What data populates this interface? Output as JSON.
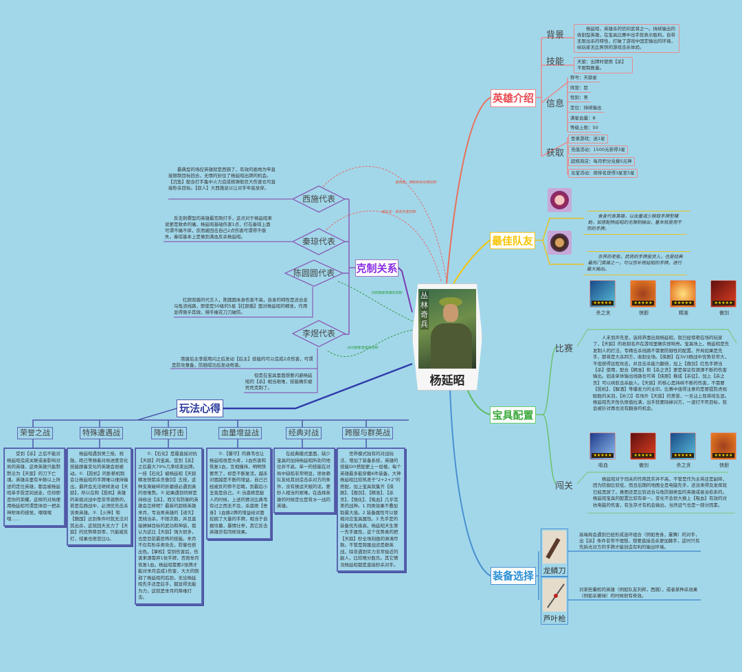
{
  "center": {
    "name": "杨延昭",
    "portrait_caption": "丛林奇兵"
  },
  "colors": {
    "hero": "#e8474f",
    "team": "#f5c400",
    "treasure": "#3aa83a",
    "equip": "#2a8fd6",
    "counter": "#8a2be2",
    "play": "#2b3a9e"
  },
  "hero_intro": {
    "title": "英雄介绍",
    "background_label": "背景",
    "background_text": "杨延昭，英雄杀的信仰武将之一。持续输出的收割型英雄，在宝具比赛中出手就表示胜利。自带无限出杀的特性，打破了游戏中固定输出的环境，给玩家无比爽快的游戏击杀体验。",
    "skill_label": "技能",
    "skill_text": "天狼：出牌时使用【杀】不限制数量。",
    "info_label": "信息",
    "info_items": [
      "称号：天狼星",
      "阵营：臣",
      "性别：男",
      "定位：持续输出",
      "满星血量：8",
      "等级上限：50"
    ],
    "obtain_label": "获取",
    "obtain_items": [
      "登录游戏：送1星",
      "充值活动：1500元获得3星",
      "超核商店：每月积分兑换5元神",
      "兑宝活动：按排名获得3星至5星"
    ]
  },
  "best_teammates": {
    "title": "最佳队友",
    "items": [
      {
        "avatar": "female-hero-avatar",
        "text": "舍身代表英雄，以血量减少换取手牌型辅助，如搭配杨延昭的无限制输出，基本就是用不完的手牌。"
      },
      {
        "avatar": "male-hero-avatar",
        "text": "杀界的老板，武将的手牌投资人，也是经典最热门英雄之一，可以弥补杨延昭的手牌，进行最大输出。"
      }
    ]
  },
  "treasure_config": {
    "title": "宝具配置",
    "match": {
      "label": "比赛",
      "treasures": [
        "杀之贪",
        "侠胆",
        "精准",
        "傲剑"
      ],
      "text": "人未到声先至，选将界面出现杨延昭，就已经惊艳在场的玩家了，【天狼】的收割名声在游戏里确实很响亮。宝具场上，杨延昭是先发制人的打法，专精击杀线路不需要防御性的配置。开局如果是先手，那将是大杀四方，收割全场。【侠胆】在3V3群战中优势非常大，不但获得远程攻击，并且击杀能力翻倍，加上【傲剑】红色手牌当【杀】使用，配合【精准】和【杀之贪】更是保证有源源不断的伤害输出。如走单体输出线路也可将【侠胆】换成【杀征】，加上【杀之贪】可以续航击杀敌人。【天狼】的核心是持续不断的伤害，不需要【投机】、【解酒】等爆发力的主印。比赛中值得注意的是要提防虎视眈眈的关羽，【补刀】有场外【天狼】的美誉，一旦沾上就将结生涯。杨延昭先天性仇恨值拉满，出手就要除掉对方，一波打不死目标，就会被针对再也没有翻身的机会。"
    },
    "stage": {
      "label": "闯关",
      "treasures": [
        "吸血",
        "傲剑",
        "杀之贪",
        "侠胆"
      ],
      "text": "杨延昭对于闯关的作用其实并不高，不管是作为主将还是副将，因为防御比较低，而且后期的地图全是电脑先手，还没来得及发挥就已经黑屏了。推图还是比较适合乌龟防御类型的英雄或者治愈系的。杨延昭宝具的配置比较有单一，变化不会很大换上【吸血】有效的对抗电脑的伤害，有生存才有机会输出，当然运气也是一部分因素。"
    }
  },
  "equipment": {
    "title": "装备选择",
    "items": [
      {
        "name": "龙鳞刀",
        "text": "高端局会遇到已经形成连环组合（例如舍身，曼舞）的对手，出【杀】条件非常不理想，想要直接击杀更加棘手，这时只有先拆光对方的手牌才能创造有利的输出环境。"
      },
      {
        "name": "芦叶枪",
        "text": "对某些囊权的英雄（例如队友刘邦，西施），或者某种杀效果（例如杀蓑绿）的时候很有奇效。"
      }
    ]
  },
  "counters": {
    "title": "克制关系",
    "items": [
      {
        "name": "西施代表",
        "texts": [
          "最典型的场控英雄就是西施了，有效的画地为牢直接限制目标回合，无情的封住了杨延昭出牌的机会。【沉鱼】配合打手集中火力造成核弹般巨大伤害也可直接秒杀目标。【驭人】大西施足以让对手牢底坐穿。"
        ],
        "note": "被西施：限制目标出牌压制"
      },
      {
        "name": "秦琼代表",
        "texts": [
          "反击刺猬型的英雄最克制打手，这点对于杨延昭来说更是致命的痛，杨延昭基础伤害1点，打在秦琼上面可谓不痛不痒，反而被回击自己2点伤害可谓得不偿失，秦琼基本上是做到满血反杀杨延昭。"
        ],
        "note": "被反击：受击伤害压制"
      },
      {
        "name": "陈圆圆代表",
        "texts": [
          "红颜双盾的代言人，陈圆圆本身伤害不高，自身的特性是适合走乌龟流线路，即使是50级的5星【红颜盾】面对杨延昭的精准，作用显得微乎其微，辣手摧花刀刀破防。"
        ],
        "note": "对防御型英雄的压制"
      },
      {
        "name": "李煜代表",
        "texts": [
          "南唐后主李煜用闪之后发动【后主】技能的可以造成2点伤害，可谓是防攻兼备，防御成功后发动奇袭。",
          "但是在宝具里面想要闪避杨延昭的【杀】相当艰难，技能确实被死死克制了。"
        ],
        "note": "对闪避者造成的压制"
      }
    ]
  },
  "play_experience": {
    "title": "玩法心得",
    "items": [
      {
        "name": "荣誉之战",
        "text": "受到【杀】之后不能对杨延昭造成关联或者影响对局的英雄，这类英雄只能默默沦为【天狼】的刀下亡魂。英雄杀里有半数以上所述的定位英雄，都会被杨延昭单手投定间送走，信仰即是你的荣耀。这样的对局便用杨延昭可谓是体验一把杀神附体的感觉，嘿嘿嘿嘿……"
      },
      {
        "name": "特殊遭遇战",
        "text": "杨延昭遇到吴三桂、祝融，距己等随着对局进度变化技能跟着变化的英雄会很被动。①.【投机】的卧薪机制会让杨延昭的手牌难以维持输出，最终会无法继续发动【天狼】，所以在和【投机】英雄的单挑对战中是非常弱势的，若是在群战中，必须优先击杀该类英雄。②.【火神】和【魅国】达到条件时就无法对其出杀，这就回天无力了【天狼】的优势降到零，只能被反打，结果也很悲比Q。"
      },
      {
        "name": "降维打击",
        "text": "①.【石化】是最直接对抗【天狼】的宝具，受到【杀】之后最大79%几率结束出牌。一技【石化】被杨延昭【天狼精准快箭杀贪傲剑】五技，这种支离破碎的折磨感必遇到真的很难熬。②.如果遇到同样是持续出【杀】，而又有防御的英雄会怎样呢？最新的超核英雄芈月，专治男英雄的【诱灭】黑桃当杀，不限次数，并且直接撩掉目标的武功和神装，我认为这比【天狼】强大很多，也是目前最恐怖的技能。芈月不仅有秒杀类攻击，防御也很出色。【掌权】受到伤害后，伤害来源需弃1张手牌，否则芈月恢复1血。杨延昭需要2张牌才能对芈月造成1伤害，大大的削弱了杨延昭的后劲，无论杨延昭先手还是后手，都显得无能为力，这就是芈月的降维打击。"
      },
      {
        "name": "血量增益战",
        "text": "①.【馨守】的典韦也让杨延昭很是头疼，1血伤害和恢复1血，互相撞持，明明快要死了，却是不断复活，越杀对面越是不断的增益，自己已经被反的惨不忍睹，到最后小丑竟是自己。②.当虞姬是敌人的时候，上述的情况比典韦有过之而无不及，杀虞姬【舍身】1血换2牌的增益给对面挖掘了大量的手牌，相当于自掘坟墓，暴情壮举，其它反击英雄亦有同样效果。"
      },
      {
        "name": "经典对战",
        "text": "在经典模式里面，缺少宝具的加持杨延昭所处的地位并不高，单一的技能在对局中缺陷非常明显，很依赖队友给其创造击杀对方的条件，没有操运天赋的话，要秒人相当的艰难。在选择英雄的时候定位是背水一战的英雄。"
      },
      {
        "name": "跨服与群英战",
        "text": "世界模式独有的对战玩法，增加了装备系统，英雄的技能DIY搭配更上一层楼。每个英雄最多能穿戴6件装备。大神杨延昭比较热衷于\"2+2+2\"的搭配，加上宝具就集齐【侠胆】、【傲剑】、【精准】、【杀贪】、【强化】、【吸血】几乎完美的战神。1 同类效果不叠加取最大值。2 装备属性可以替相对应宝具属性。3 先手是的装备优先级高，杨延昭天生第一先手属性，这个优势真的把【天狼】秒全场刻画的淋漓尽致。不管是跨服战还是群英战，除非遇到实力非常接近的敌人，比较难分胜负。其它情况杨延昭都是直接秒杀对手。"
      }
    ]
  }
}
